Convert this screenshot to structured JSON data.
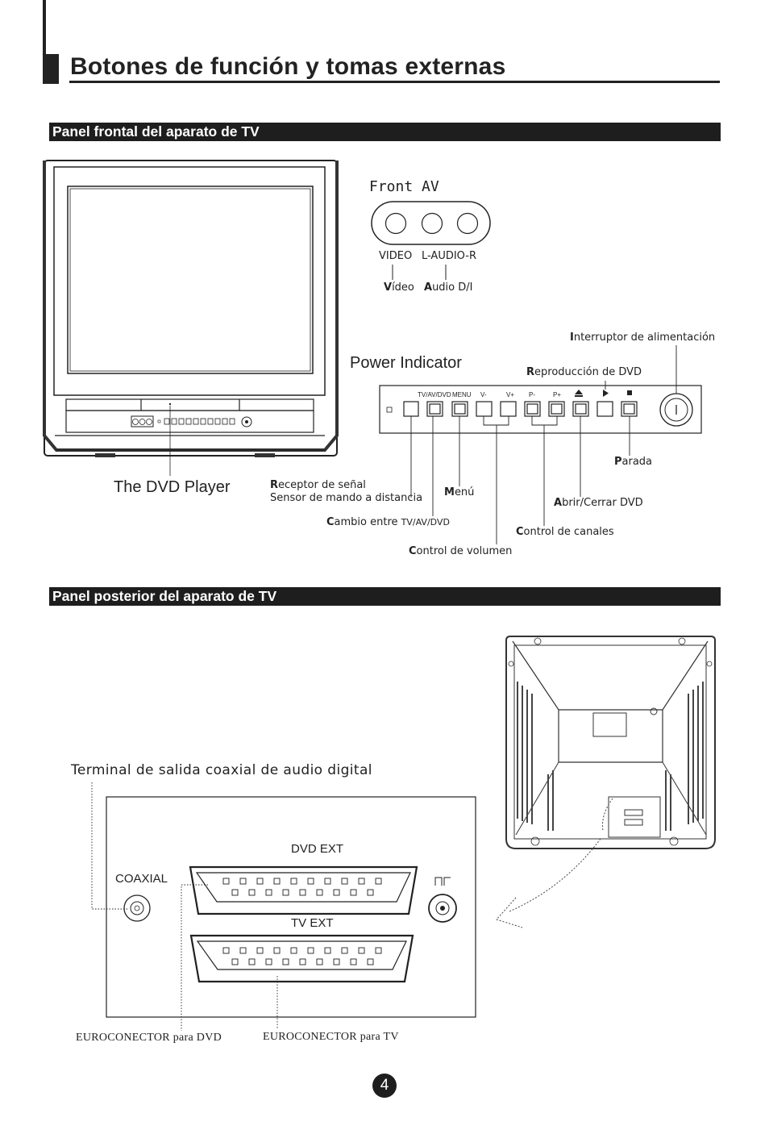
{
  "page": {
    "title": "Botones de función y tomas externas",
    "page_number": "4"
  },
  "front_section": {
    "header": "Panel frontal del aparato de TV",
    "front_av": {
      "title": "Front AV",
      "video_label": "VIDEO",
      "audio_label": "L-AUDIO-R",
      "video_es_bold": "V",
      "video_es_rest": "ídeo",
      "audio_es_bold": "A",
      "audio_es_rest": "udio D/I"
    },
    "power_indicator": "Power Indicator",
    "dvd_player": "The DVD Player",
    "button_labels": [
      "TV/AV/DVD",
      "MENU",
      "V-",
      "V+",
      "P-",
      "P+"
    ],
    "callouts": {
      "power_switch": {
        "bold": "I",
        "rest": "nterruptor de alimentación"
      },
      "dvd_play": {
        "bold": "R",
        "rest": "eproducción de DVD"
      },
      "stop": {
        "bold": "P",
        "rest": "arada"
      },
      "receiver_1": {
        "bold": "R",
        "rest": "eceptor de señal"
      },
      "receiver_2": "Sensor de mando a distancia",
      "menu": {
        "bold": "M",
        "rest": "enú"
      },
      "open_close": {
        "bold": "A",
        "rest": "brir/Cerrar DVD"
      },
      "tv_av_dvd": {
        "bold": "C",
        "rest": "ambio entre ",
        "small": "TV/AV/DVD"
      },
      "channel": {
        "bold": "C",
        "rest": "ontrol de canales"
      },
      "volume": {
        "bold": "C",
        "rest": "ontrol de volumen"
      }
    }
  },
  "rear_section": {
    "header": "Panel posterior del aparato de TV",
    "coaxial_terminal": "Terminal de salida coaxial de audio digital",
    "coaxial": "COAXIAL",
    "dvd_ext": "DVD EXT",
    "tv_ext": "TV EXT",
    "scart_dvd": "EUROCONECTOR para DVD",
    "scart_tv": "EUROCONECTOR para TV"
  }
}
